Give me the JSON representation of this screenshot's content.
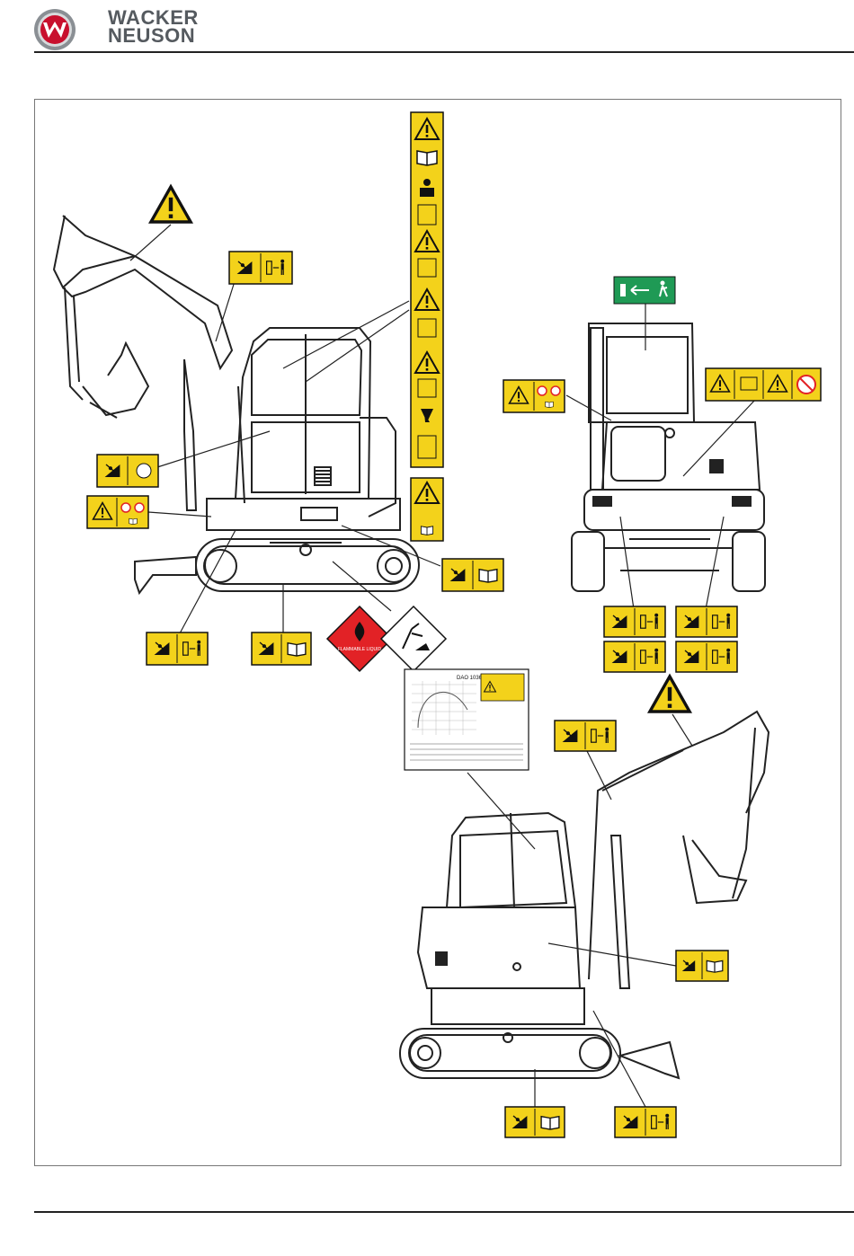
{
  "brand": {
    "line1": "WACKER",
    "line2": "NEUSON"
  },
  "colors": {
    "warning_yellow": "#f3d21b",
    "exit_green": "#1f9a55",
    "flammable_red": "#e22226",
    "brand_red": "#c8102e",
    "brand_grey": "#555a5f"
  },
  "labels": {
    "flammable": "FLAMMABLE LIQUID",
    "load_chart": "DAO 103687"
  },
  "icons": [
    "warning-triangle-icon",
    "read-manual-icon",
    "keep-distance-icon",
    "exit-arrow-icon",
    "flammable-liquid-icon",
    "environment-hazard-icon",
    "crush-hazard-icon"
  ]
}
